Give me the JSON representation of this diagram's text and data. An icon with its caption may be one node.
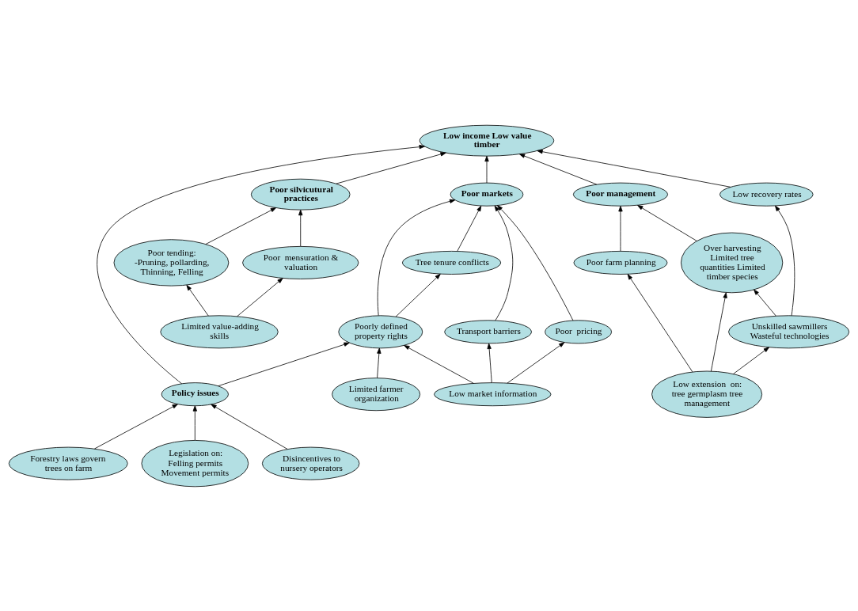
{
  "diagram": {
    "nodes": [
      {
        "text": [
          "Limited farmer organization"
        ]
      },
      {
        "text": [
          "Forestry laws govern  trees on farm"
        ]
      },
      {
        "text": [
          "Legislation on: Felling permits Movement permits"
        ]
      },
      {
        "text": [
          "Poorly defined property rights"
        ]
      },
      {
        "text": [
          "Low market information"
        ]
      },
      {
        "text": [
          "Disincentives to nursery operators"
        ]
      },
      {
        "text": [
          "Policy issues"
        ]
      },
      {
        "text": [
          "Tree tenure conflicts"
        ]
      },
      {
        "text": [
          "Poor markets"
        ]
      },
      {
        "text": [
          "Poor  pricing"
        ]
      },
      {
        "text": [
          "Low income Low value timber"
        ]
      },
      {
        "text": [
          "Transport barriers"
        ]
      },
      {
        "text": [
          "Poor tending: -Pruning, pollarding, Thinning, Felling"
        ]
      },
      {
        "text": [
          "Poor silvicutural practices"
        ]
      },
      {
        "text": [
          "Poor management"
        ]
      },
      {
        "text": [
          "Poor farm planning"
        ]
      },
      {
        "text": [
          "Over harvesting Limited tree quantities Limited timber species"
        ]
      },
      {
        "text": [
          "Poor  mensuration & valuation"
        ]
      },
      {
        "text": [
          "Low recovery rates"
        ]
      },
      {
        "text": [
          "Limited value-adding skills"
        ]
      },
      {
        "text": [
          "Low extension  on: tree germplasm tree management"
        ]
      },
      {
        "text": [
          "Unskilled sawmillers Wasteful technologies"
        ]
      }
    ],
    "edges": [
      {
        "from": 0,
        "to": 3,
        "arrow": "to"
      },
      {
        "from": 1,
        "to": 6,
        "arrow": "to"
      },
      {
        "from": 2,
        "to": 6,
        "arrow": "to"
      },
      {
        "from": 5,
        "to": 6,
        "arrow": "to"
      },
      {
        "from": 6,
        "to": 3,
        "arrow": "to"
      },
      {
        "from": 4,
        "to": 3,
        "arrow": "to"
      },
      {
        "from": 3,
        "to": 7,
        "arrow": "to"
      },
      {
        "from": 3,
        "to": 8,
        "arrow": "to"
      },
      {
        "from": 7,
        "to": 8,
        "arrow": "to"
      },
      {
        "from": 4,
        "to": 9,
        "arrow": "to"
      },
      {
        "from": 4,
        "to": 11,
        "arrow": "to"
      },
      {
        "from": 9,
        "to": 8,
        "arrow": "to"
      },
      {
        "from": 11,
        "to": 8,
        "arrow": "to"
      },
      {
        "from": 6,
        "to": 10,
        "arrow": "to"
      },
      {
        "from": 8,
        "to": 10,
        "arrow": "to"
      },
      {
        "from": 13,
        "to": 10,
        "arrow": "to"
      },
      {
        "from": 14,
        "to": 10,
        "arrow": "to"
      },
      {
        "from": 12,
        "to": 13,
        "arrow": "to"
      },
      {
        "from": 15,
        "to": 14,
        "arrow": "to"
      },
      {
        "from": 16,
        "to": 14,
        "arrow": "to"
      },
      {
        "from": 17,
        "to": 13,
        "arrow": "to"
      },
      {
        "from": 19,
        "to": 12,
        "arrow": "to"
      },
      {
        "from": 19,
        "to": 17,
        "arrow": "to"
      },
      {
        "from": 18,
        "to": 10,
        "arrow": "to"
      },
      {
        "from": 21,
        "to": 18,
        "arrow": "to"
      },
      {
        "from": 21,
        "to": 16,
        "arrow": "to"
      },
      {
        "from": 20,
        "to": 21,
        "arrow": "to"
      },
      {
        "from": 20,
        "to": 16,
        "arrow": "to"
      },
      {
        "from": 20,
        "to": 15,
        "arrow": "to"
      }
    ]
  }
}
